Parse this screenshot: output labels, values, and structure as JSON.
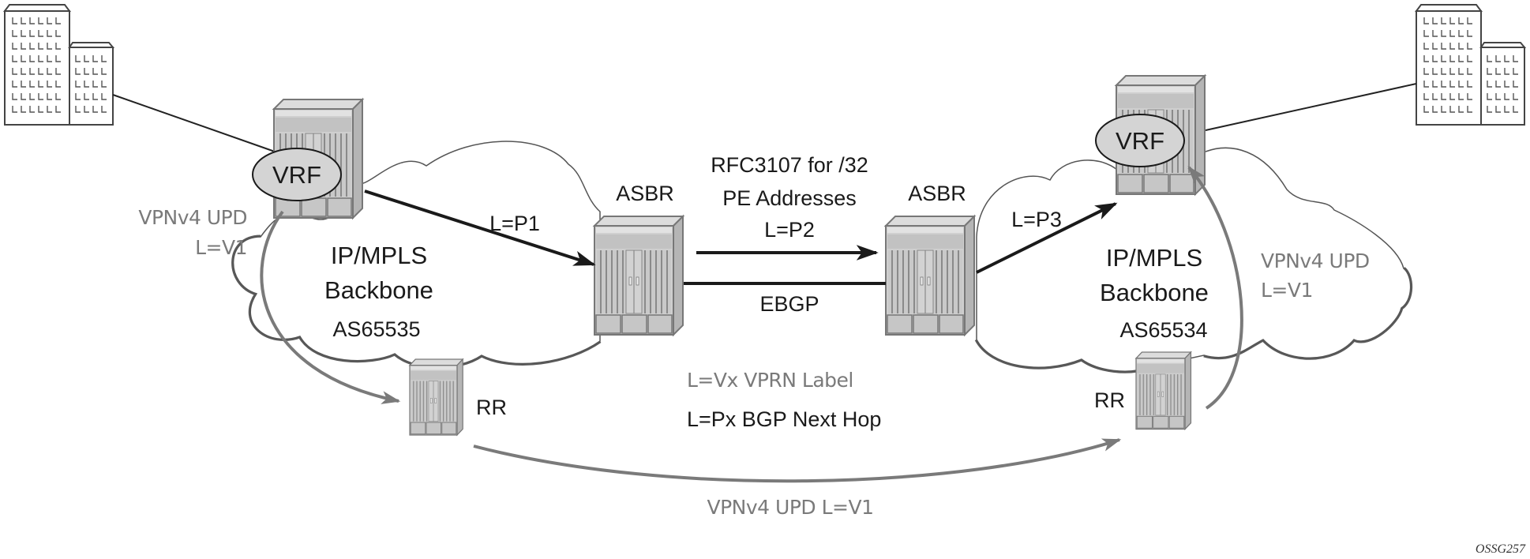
{
  "figure_id": "OSSG257",
  "sites": [
    {
      "id": "site-left",
      "type": "customer-site",
      "icon": "building-icon"
    },
    {
      "id": "site-right",
      "type": "customer-site",
      "icon": "building-icon"
    }
  ],
  "as_left": {
    "cloud_title_line1": "IP/MPLS",
    "cloud_title_line2": "Backbone",
    "as_number": "AS65535",
    "pe": {
      "vrf_label": "VRF",
      "icon": "router-icon"
    },
    "asbr_label": "ASBR",
    "rr_label": "RR",
    "update_line1": "VPNv4 UPD",
    "update_line2": "L=V1",
    "pe_to_asbr_label": "L=P1"
  },
  "as_right": {
    "cloud_title_line1": "IP/MPLS",
    "cloud_title_line2": "Backbone",
    "as_number": "AS65534",
    "pe": {
      "vrf_label": "VRF",
      "icon": "router-icon"
    },
    "asbr_label": "ASBR",
    "rr_label": "RR",
    "update_line1": "VPNv4 UPD",
    "update_line2": "L=V1",
    "asbr_to_pe_label": "L=P3"
  },
  "inter_as": {
    "rfc_line1": "RFC3107 for /32",
    "rfc_line2": "PE Addresses",
    "rfc_line3": "L=P2",
    "ebgp_label": "EBGP"
  },
  "legend": {
    "vx_label": "L=Vx VPRN Label",
    "px_label": "L=Px BGP Next Hop"
  },
  "rr_to_rr_label": "VPNv4 UPD L=V1",
  "colors": {
    "control_plane": "#7a7a7a",
    "data_plane": "#1a1a1a",
    "router_fill": "#c8c8c8"
  }
}
